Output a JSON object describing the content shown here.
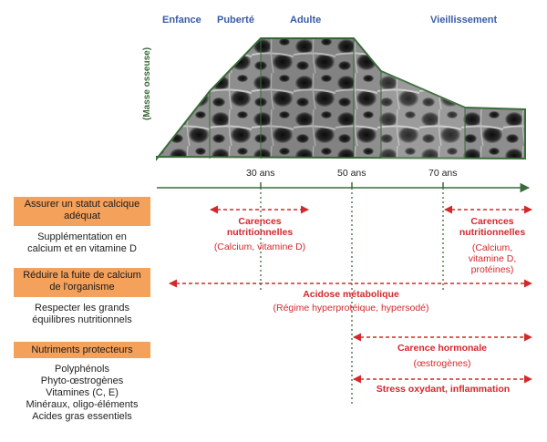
{
  "stages": {
    "enfance": "Enfance",
    "puberte": "Puberté",
    "adulte": "Adulte",
    "vieillissement": "Vieillissement"
  },
  "y_axis_label": "(Masse osseuse)",
  "ages": {
    "a30": "30 ans",
    "a50": "50 ans",
    "a70": "70 ans"
  },
  "left": {
    "box1": [
      "Assurer un statut calcique",
      "adéquat"
    ],
    "text1": [
      "Supplémentation en",
      "calcium et en vitamine D"
    ],
    "box2": [
      "Réduire la fuite de calcium",
      "de l'organisme"
    ],
    "text2": [
      "Respecter les grands",
      "équilibres nutritionnels"
    ],
    "box3": "Nutriments protecteurs",
    "text3": [
      "Polyphénols",
      "Phyto-œstrogènes",
      "Vitamines (C, E)",
      "Minéraux, oligo-éléments",
      "Acides gras essentiels"
    ]
  },
  "annotations": {
    "carences1_title": [
      "Carences",
      "nutritionnelles"
    ],
    "carences1_sub": "(Calcium, vitamine D)",
    "carences2_title": [
      "Carences",
      "nutritionnelles"
    ],
    "carences2_sub": [
      "(Calcium,",
      "vitamine D,",
      "protéines)"
    ],
    "acidose_title": "Acidose métabolique",
    "acidose_sub": "(Régime hyperprotéique, hypersodé)",
    "hormonale_title": "Carence hormonale",
    "hormonale_sub": "(œstrogènes)",
    "stress_title": "Stress oxydant, inflammation"
  },
  "colors": {
    "box": "#f4a15c",
    "red": "#d3282c",
    "green": "#3b6b3b",
    "stage": "#3a5ba8"
  }
}
